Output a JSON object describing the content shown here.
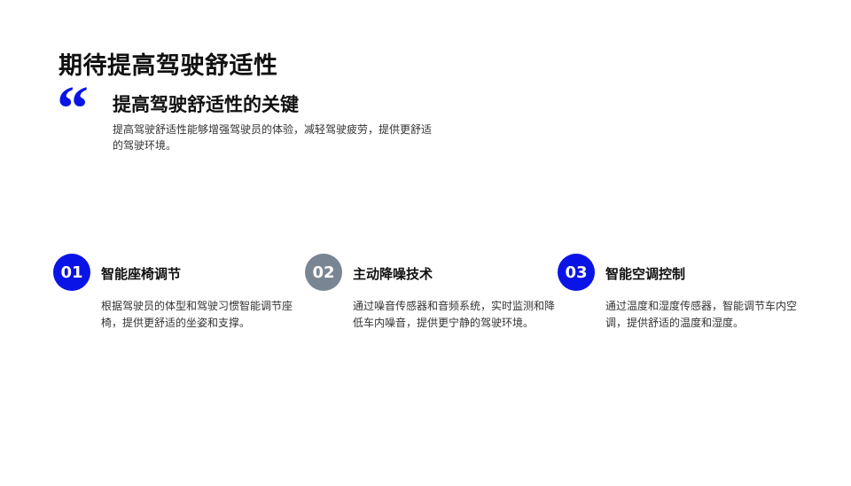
{
  "title": "期待提高驾驶舒适性",
  "quote_icon": "left-double-quote",
  "subtitle": "提高驾驶舒适性的关键",
  "description": "提高驾驶舒适性能够增强驾驶员的体验，减轻驾驶疲劳，提供更舒适的驾驶环境。",
  "colors": {
    "accent": "#0a14e6",
    "muted": "#7a8594"
  },
  "cards": [
    {
      "number": "01",
      "title": "智能座椅调节",
      "text": "根据驾驶员的体型和驾驶习惯智能调节座椅，提供更舒适的坐姿和支撑。",
      "color": "#0a14e6"
    },
    {
      "number": "02",
      "title": "主动降噪技术",
      "text": "通过噪音传感器和音频系统，实时监测和降低车内噪音，提供更宁静的驾驶环境。",
      "color": "#7a8594"
    },
    {
      "number": "03",
      "title": "智能空调控制",
      "text": "通过温度和湿度传感器，智能调节车内空调，提供舒适的温度和湿度。",
      "color": "#0a14e6"
    }
  ]
}
